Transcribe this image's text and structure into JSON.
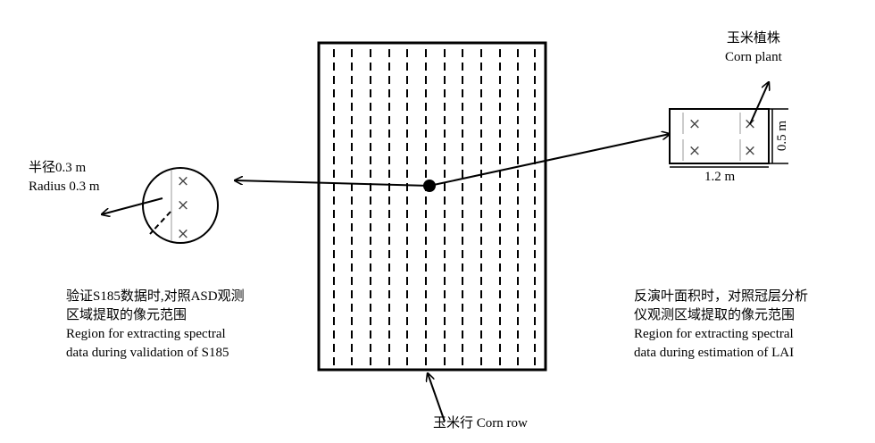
{
  "radius_label": {
    "zh": "半径0.3 m",
    "en": "Radius 0.3 m"
  },
  "corn_plant_label": {
    "zh": "玉米植株",
    "en": "Corn plant"
  },
  "corn_row_label": "玉米行 Corn row",
  "lai_plot": {
    "width_label": "1.2 m",
    "height_label": "0.5 m"
  },
  "left_caption": {
    "zh1": "验证S185数据时,对照ASD观测",
    "zh2": "区域提取的像元范围",
    "en1": "Region for extracting spectral",
    "en2": "data during validation of S185"
  },
  "right_caption": {
    "zh1": "反演叶面积时，对照冠层分析",
    "zh2": "仪观测区域提取的像元范围",
    "en1": "Region for extracting spectral",
    "en2": "data during estimation of LAI"
  },
  "plant_marker": "×"
}
